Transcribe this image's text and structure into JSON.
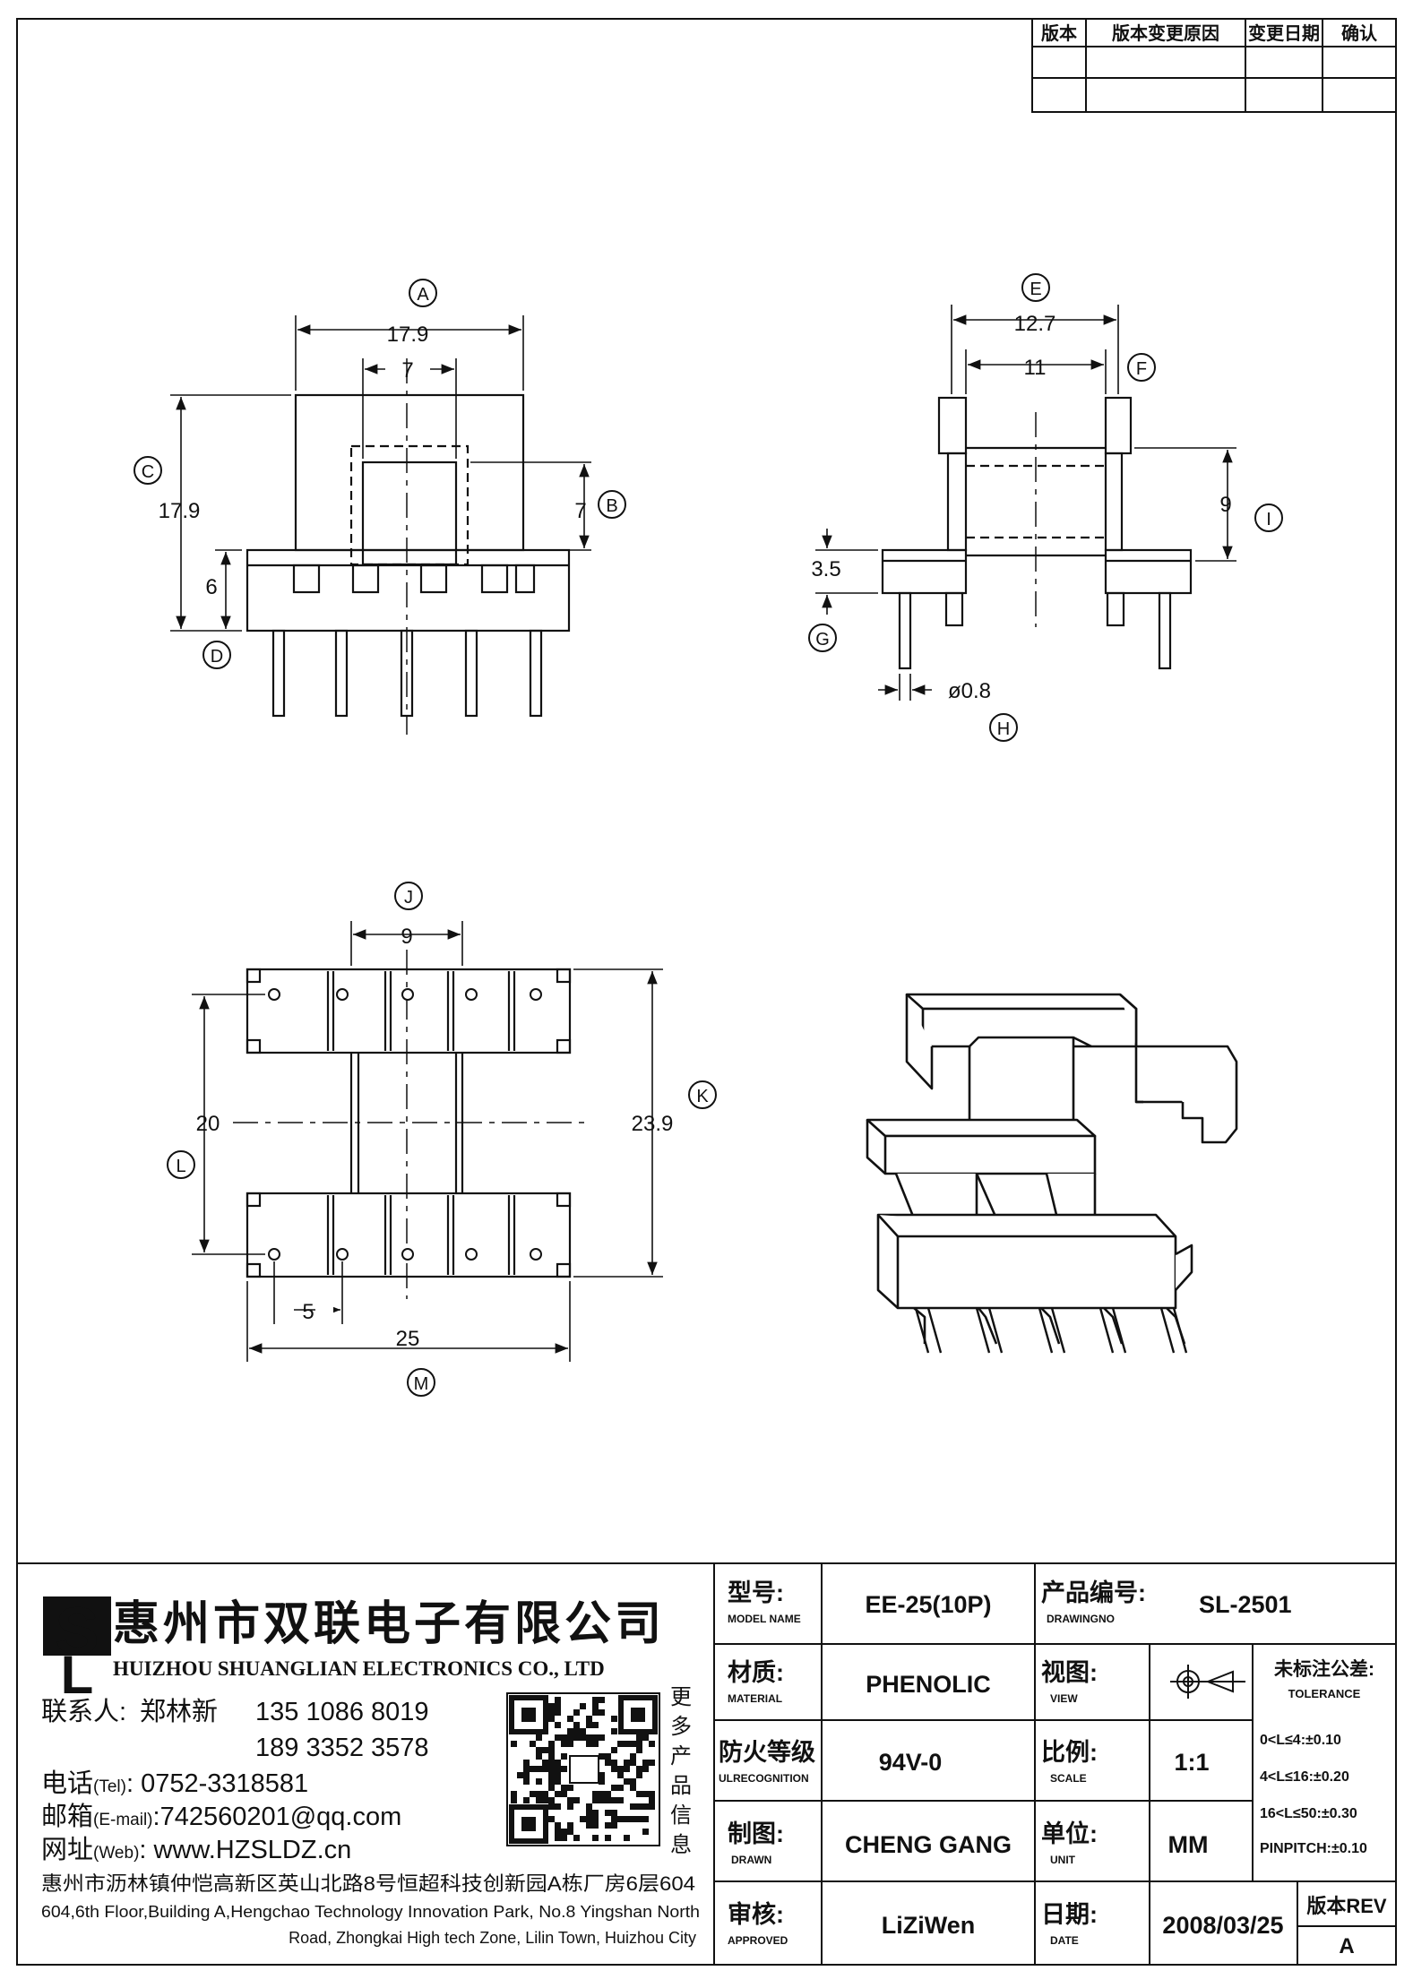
{
  "revision_table": {
    "headers": [
      "版本",
      "版本变更原因",
      "变更日期",
      "确认"
    ]
  },
  "drawing": {
    "front_view": {
      "callouts": {
        "A": "A",
        "B": "B",
        "C": "C",
        "D": "D"
      },
      "dims": {
        "width_total": "17.9",
        "center_width": "7",
        "height_total": "17.9",
        "center_height": "7",
        "base_height": "6"
      }
    },
    "side_view": {
      "callouts": {
        "E": "E",
        "F": "F",
        "G": "G",
        "H": "H",
        "I": "I"
      },
      "dims": {
        "outer_width": "12.7",
        "inner_width": "11",
        "window_height": "9",
        "flange_height": "3.5",
        "pin_diameter": "ø0.8"
      }
    },
    "bottom_view": {
      "callouts": {
        "J": "J",
        "K": "K",
        "L": "L",
        "M": "M"
      },
      "dims": {
        "center_width": "9",
        "pin_row_spacing": "20",
        "total_depth": "23.9",
        "pin_pitch": "5",
        "total_width": "25"
      }
    }
  },
  "company": {
    "name_cn": "惠州市双联电子有限公司",
    "name_en": "HUIZHOU SHUANGLIAN ELECTRONICS CO., LTD",
    "contact_label": "联系人:",
    "contact_name": "郑林新",
    "phone1": "135 1086 8019",
    "phone2": "189 3352 3578",
    "tel_label": "电话",
    "tel_sub": "(Tel)",
    "tel_value": ": 0752-3318581",
    "email_label": "邮箱",
    "email_sub": "(E-mail)",
    "email_value": ":742560201@qq.com",
    "web_label": "网址",
    "web_sub": "(Web)",
    "web_value": ": www.HZSLDZ.cn",
    "qr_caption": [
      "更",
      "多",
      "产",
      "品",
      "信",
      "息"
    ],
    "address_cn": "惠州市沥林镇仲恺高新区英山北路8号恒超科技创新园A栋厂房6层604",
    "address_en_1": "604,6th Floor,Building A,Hengchao Technology Innovation Park, No.8 Yingshan North",
    "address_en_2": "Road, Zhongkai High tech Zone, Lilin Town, Huizhou City"
  },
  "title_block": {
    "model_label_cn": "型号:",
    "model_label_en": "MODEL NAME",
    "model_value": "EE-25(10P)",
    "drawingno_label_cn": "产品编号:",
    "drawingno_label_en": "DRAWINGNO",
    "drawingno_value": "SL-2501",
    "material_label_cn": "材质:",
    "material_label_en": "MATERIAL",
    "material_value": "PHENOLIC",
    "view_label_cn": "视图:",
    "view_label_en": "VIEW",
    "tolerance_label_cn": "未标注公差:",
    "tolerance_label_en": "TOLERANCE",
    "tolerance_lines": [
      "0<L≤4:±0.10",
      "4<L≤16:±0.20",
      "16<L≤50:±0.30",
      "PINPITCH:±0.10"
    ],
    "flame_label_cn": "防火等级",
    "flame_label_en": "ULRECOGNITION",
    "flame_value": "94V-0",
    "scale_label_cn": "比例:",
    "scale_label_en": "SCALE",
    "scale_value": "1:1",
    "drawn_label_cn": "制图:",
    "drawn_label_en": "DRAWN",
    "drawn_value": "CHENG GANG",
    "unit_label_cn": "单位:",
    "unit_label_en": "UNIT",
    "unit_value": "MM",
    "approved_label_cn": "审核:",
    "approved_label_en": "APPROVED",
    "approved_value": "LiZiWen",
    "date_label_cn": "日期:",
    "date_label_en": "DATE",
    "date_value": "2008/03/25",
    "rev_label": "版本REV",
    "rev_value": "A"
  }
}
